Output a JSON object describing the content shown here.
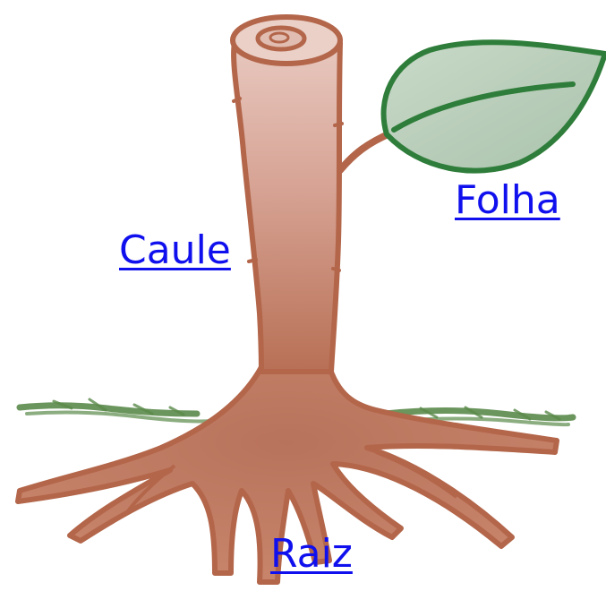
{
  "labels": {
    "leaf": "Folha",
    "stem": "Caule",
    "root": "Raiz"
  },
  "colors": {
    "label_link": "#1010ee",
    "stem_fill": "#c88f7e",
    "stem_outline": "#b3664a",
    "leaf_fill": "#b9cdb9",
    "leaf_outline": "#2f7d3a",
    "grass": "#5a8a4a"
  }
}
